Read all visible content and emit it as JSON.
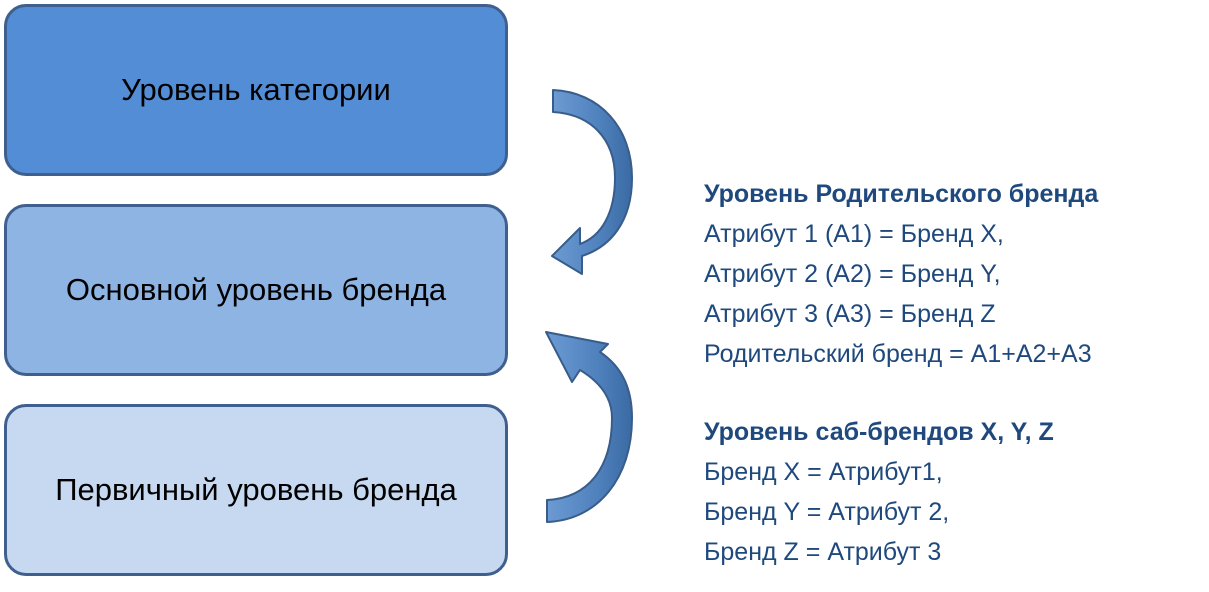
{
  "levels": {
    "category": "Уровень категории",
    "main_brand": "Основной уровень бренда",
    "primary_brand": "Первичный уровень бренда"
  },
  "parent_brand": {
    "heading": "Уровень Родительского бренда",
    "lines": [
      "Атрибут 1 (A1) = Бренд X,",
      "Атрибут 2 (A2) = Бренд Y,",
      "Атрибут 3 (A3) = Бренд Z",
      "Родительский бренд = A1+A2+A3"
    ]
  },
  "sub_brands": {
    "heading": "Уровень саб-брендов X, Y, Z",
    "lines": [
      "Бренд X = Атрибут1,",
      "Бренд Y = Атрибут 2,",
      "Бренд Z = Атрибут 3"
    ]
  },
  "colors": {
    "box_category": "#538dd5",
    "box_main": "#8eb4e3",
    "box_primary": "#c6d9f1",
    "box_border": "#3f5f8f",
    "arrow_fill": "#4f81bd",
    "arrow_stroke": "#385d8a",
    "text_color": "#1f497d"
  }
}
